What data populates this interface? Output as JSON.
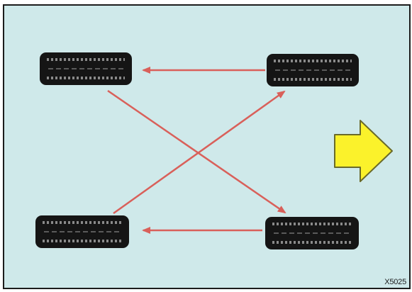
{
  "figure": {
    "code": "X5025",
    "background_color": "#cfe9ea",
    "tire_color": "#151515",
    "tread_color": "#8a8a8a",
    "arrow_color": "#d9605a",
    "direction_arrow_fill": "#fbf22b",
    "direction_arrow_stroke": "#6a6a2a"
  },
  "tires": [
    {
      "id": "front-left",
      "icon": "tire-icon"
    },
    {
      "id": "front-right",
      "icon": "tire-icon"
    },
    {
      "id": "rear-left",
      "icon": "tire-icon"
    },
    {
      "id": "rear-right",
      "icon": "tire-icon"
    }
  ],
  "rotation_arrows": [
    {
      "from": "front-right",
      "to": "front-left"
    },
    {
      "from": "front-left",
      "to": "rear-right"
    },
    {
      "from": "rear-right",
      "to": "rear-left"
    },
    {
      "from": "rear-left",
      "to": "front-right"
    }
  ],
  "direction_indicator": {
    "icon": "forward-arrow-icon",
    "direction": "right"
  }
}
